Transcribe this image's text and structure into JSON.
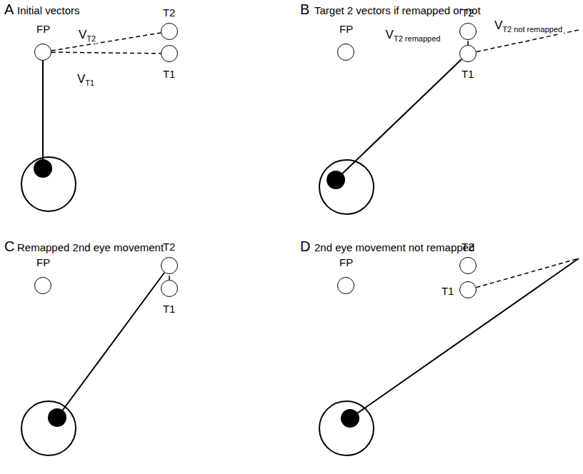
{
  "diagram": {
    "nodes": [
      {
        "text": [
          "T2"
        ]
      },
      {
        "text": [
          "FP"
        ]
      },
      {
        "text": [
          "T1"
        ]
      },
      {
        "text": [
          "T2"
        ]
      },
      {
        "text": [
          "FP"
        ]
      },
      {
        "text": [
          "T1"
        ]
      },
      {
        "text": [
          "T2"
        ]
      },
      {
        "text": [
          "FP"
        ]
      },
      {
        "text": [
          "T1"
        ]
      },
      {
        "text": [
          "T2"
        ]
      },
      {
        "text": [
          "FP"
        ]
      },
      {
        "text": [
          "T1"
        ]
      }
    ],
    "edges": [
      {
        "from": 1,
        "to": 0,
        "arrow": "none",
        "label": "VT2"
      },
      {
        "from": 1,
        "to": 2,
        "arrow": "none",
        "label": "VT1"
      },
      {
        "from": 5,
        "to": 3,
        "arrow": "none",
        "label": "VT2 remapped"
      },
      {
        "from": 8,
        "to": 6,
        "arrow": "none"
      }
    ],
    "labels": [
      "A",
      "Initial vectors",
      "B",
      "Target 2 vectors if remapped or not",
      "VT2 not remapped",
      "C",
      "Remapped 2nd eye movement",
      "D",
      "2nd eye movement not remapped"
    ]
  }
}
